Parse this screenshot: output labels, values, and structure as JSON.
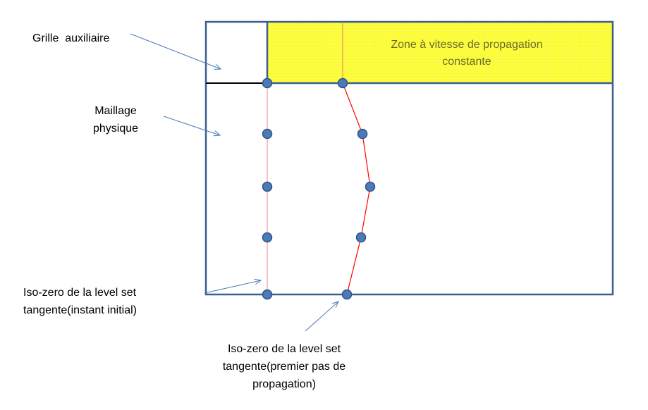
{
  "labels": {
    "grille": "Grille  auxiliaire",
    "maillage_1": "Maillage",
    "maillage_2": "physique",
    "iso_initial_1": "Iso-zero de la level set",
    "iso_initial_2": "tangente(instant initial)",
    "iso_step_1": "Iso-zero de la level set",
    "iso_step_2": "tangente(premier pas de",
    "iso_step_3": "propagation)",
    "zone_1": "Zone à vitesse de propagation",
    "zone_2": "constante"
  },
  "colors": {
    "frame": "#3a5f91",
    "zone": "#ffff33",
    "point": "#4a7ab8",
    "front": "#ff0000",
    "arrow": "#4a7ab8"
  }
}
